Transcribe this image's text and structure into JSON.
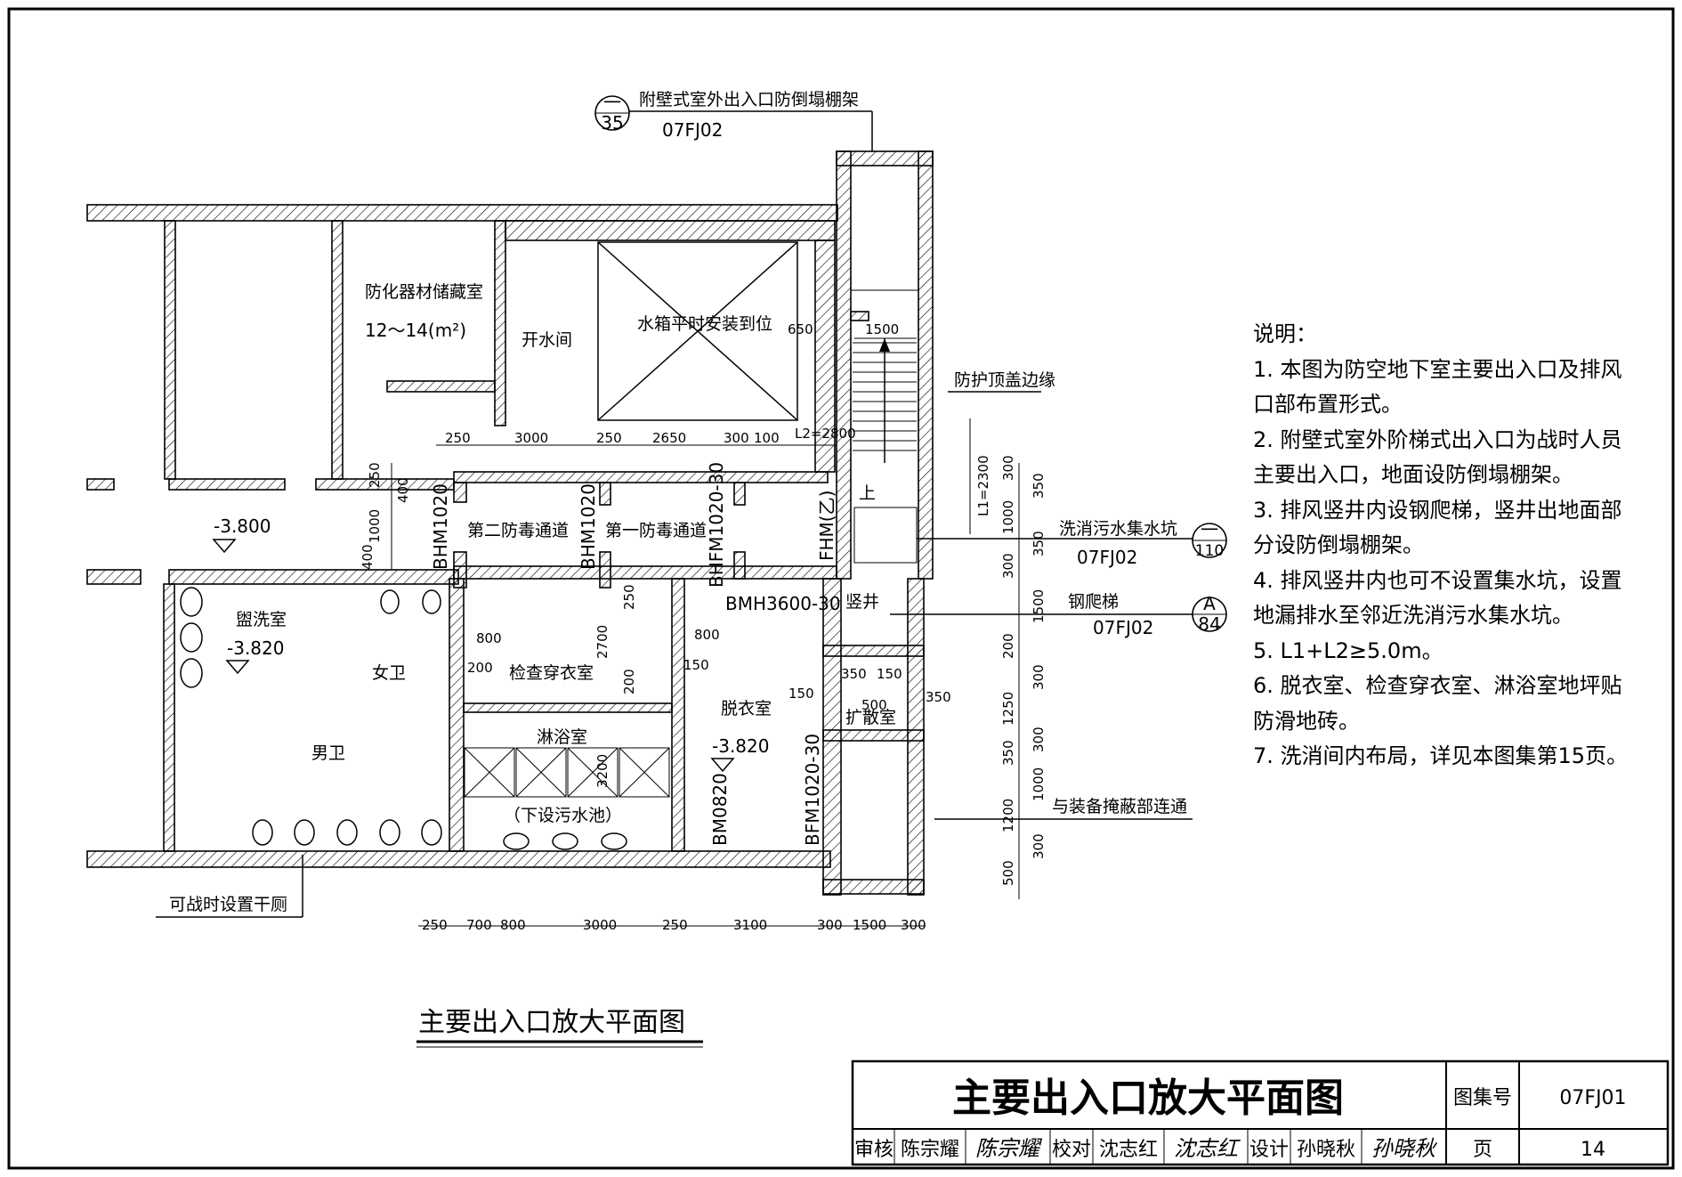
{
  "title_main": "主要出入口放大平面图",
  "title_block": {
    "title": "主要出入口放大平面图",
    "atlas_label": "图集号",
    "atlas_no": "07FJ01",
    "page_label": "页",
    "page_no": "14",
    "review_label": "审核",
    "reviewer": "陈宗耀",
    "reviewer_sig": "陈宗耀",
    "check_label": "校对",
    "checker": "沈志红",
    "checker_sig": "沈志红",
    "design_label": "设计",
    "designer": "孙晓秋",
    "designer_sig": "孙晓秋"
  },
  "rooms": {
    "chem_storage": "防化器材储藏室",
    "chem_area": "12～14(m²)",
    "boiling_room": "开水间",
    "water_tank": "水箱平时安装到位",
    "decon2": "第二防毒通道",
    "decon1": "第一防毒通道",
    "wash_room": "盥洗室",
    "wash_level": "-3.820",
    "female_wc": "女卫",
    "male_wc": "男卫",
    "inspect_room": "检查穿衣室",
    "shower": "淋浴室",
    "sewage_pool": "（下设污水池）",
    "undress_room": "脱衣室",
    "undress_level": "-3.820",
    "shaft": "竖井",
    "expansion": "扩散室",
    "corridor_level": "-3.800",
    "stair_up": "上"
  },
  "doors": {
    "bhm1020_a": "BHM1020",
    "bhm1020_b": "BHM1020",
    "bhfm1020": "BHFM1020-30",
    "fhm": "FHM(乙)",
    "bmh3600": "BMH3600-30",
    "bm0820": "BM0820",
    "bfm1020": "BFM1020-30"
  },
  "callouts": {
    "top_ref_top": "一",
    "top_ref_bottom": "35",
    "top_desc": "附壁式室外出入口防倒塌棚架",
    "top_atlas": "07FJ02",
    "roof_edge": "防护顶盖边缘",
    "pit_desc": "洗消污水集水坑",
    "pit_atlas": "07FJ02",
    "pit_ref_top": "一",
    "pit_ref_bottom": "110",
    "ladder_desc": "钢爬梯",
    "ladder_atlas": "07FJ02",
    "ladder_ref_top": "A",
    "ladder_ref_bottom": "84",
    "connect": "与装备掩蔽部连通",
    "dry_toilet": "可战时设置干厕"
  },
  "dims": {
    "top_row": [
      "250",
      "3000",
      "250",
      "2650",
      "300",
      "100"
    ],
    "bottom_row": [
      "250",
      "700",
      "800",
      "3000",
      "250",
      "3100",
      "300",
      "1500",
      "300"
    ],
    "right_col": [
      "300",
      "350",
      "1000",
      "350",
      "300",
      "1500",
      "200",
      "300",
      "1250",
      "300",
      "350",
      "1000",
      "1200",
      "300",
      "500"
    ],
    "left_col": [
      "250",
      "400",
      "1000",
      "400"
    ],
    "d650": "650",
    "d1500": "1500",
    "l2": "L2=2800",
    "l1": "L1=2300",
    "d800a": "800",
    "d800b": "800",
    "d200a": "200",
    "d200b": "200",
    "d2700": "2700",
    "d250": "250",
    "d150a": "150",
    "d150b": "150",
    "d350a": "350",
    "d150c": "150",
    "d500": "500",
    "d350b": "350",
    "d3200": "3200"
  },
  "notes": {
    "heading": "说明：",
    "lines": [
      "1. 本图为防空地下室主要出入口及排风",
      "口部布置形式。",
      "2. 附壁式室外阶梯式出入口为战时人员",
      "主要出入口，地面设防倒塌棚架。",
      "3. 排风竖井内设钢爬梯，竖井出地面部",
      "分设防倒塌棚架。",
      "4. 排风竖井内也可不设置集水坑，设置",
      "地漏排水至邻近洗消污水集水坑。",
      "5. L1+L2≥5.0m。",
      "6. 脱衣室、检查穿衣室、淋浴室地坪贴",
      "防滑地砖。",
      "7. 洗消间内布局，详见本图集第15页。"
    ]
  }
}
